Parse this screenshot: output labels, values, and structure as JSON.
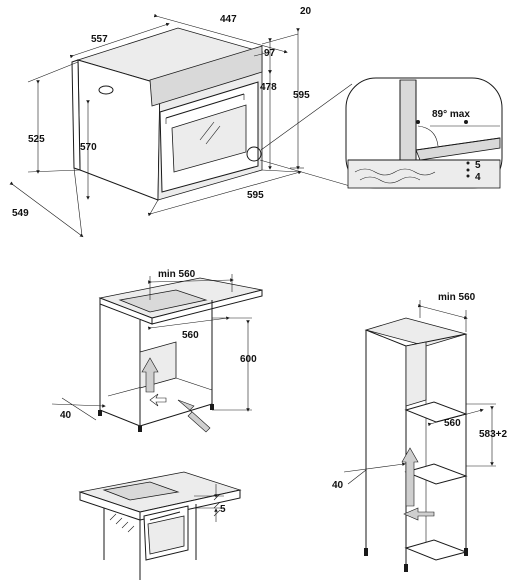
{
  "oven": {
    "w_top": "447",
    "gap_top": "20",
    "d_top": "557",
    "h_97": "97",
    "h_478": "478",
    "h_595": "595",
    "h_525": "525",
    "h_570": "570",
    "d_549": "549",
    "w_595": "595"
  },
  "detail": {
    "angle": "89° max",
    "gap5": "5",
    "gap4": "4"
  },
  "under_counter": {
    "min_width": "min 560",
    "width": "560",
    "height": "600",
    "depth": "40"
  },
  "column": {
    "min_width": "min 560",
    "width": "560",
    "height": "583+2",
    "depth": "40"
  },
  "flush": {
    "gap": "5"
  }
}
